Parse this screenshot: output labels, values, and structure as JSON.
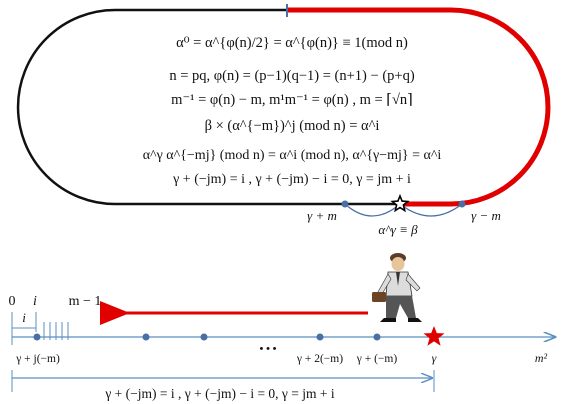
{
  "top_panel": {
    "equations": [
      "α⁰ = α^{φ(n)/2} = α^{φ(n)} ≡ 1(mod n)",
      "n = pq, φ(n) = (p−1)(q−1) = (n+1) − (p+q)",
      "m⁻¹ = φ(n) − m, m¹m⁻¹ = φ(n) , m = ⌈√n⌉",
      "β × (α^{−m})^j (mod n) = α^i",
      "α^γ α^{−mj} (mod n) = α^i (mod n), α^{γ−mj} = α^i",
      "γ + (−jm) = i , γ + (−jm) − i = 0, γ = jm + i"
    ],
    "bottom_labels": {
      "left": "γ + m",
      "center": "α^γ ≡ β",
      "right": "γ − m"
    },
    "colors": {
      "outline": "#111111",
      "highlight": "#e00000",
      "node": "#4a6fa5"
    }
  },
  "bottom_panel": {
    "top_labels": [
      "0",
      "i",
      "m − 1"
    ],
    "bracket_label": "i",
    "ellipsis": "• • •",
    "axis_labels": [
      "γ + j(−m)",
      "γ + 2(−m)",
      "γ + (−m)",
      "γ",
      "m²"
    ],
    "equation": "γ + (−jm) = i , γ + (−jm) − i = 0, γ = jm + i",
    "colors": {
      "axis": "#5a8fc0",
      "arrow": "#e00000",
      "star": "#e00000",
      "dot": "#4a6fa5"
    },
    "icons": [
      "walking-man-icon",
      "star-icon"
    ]
  }
}
